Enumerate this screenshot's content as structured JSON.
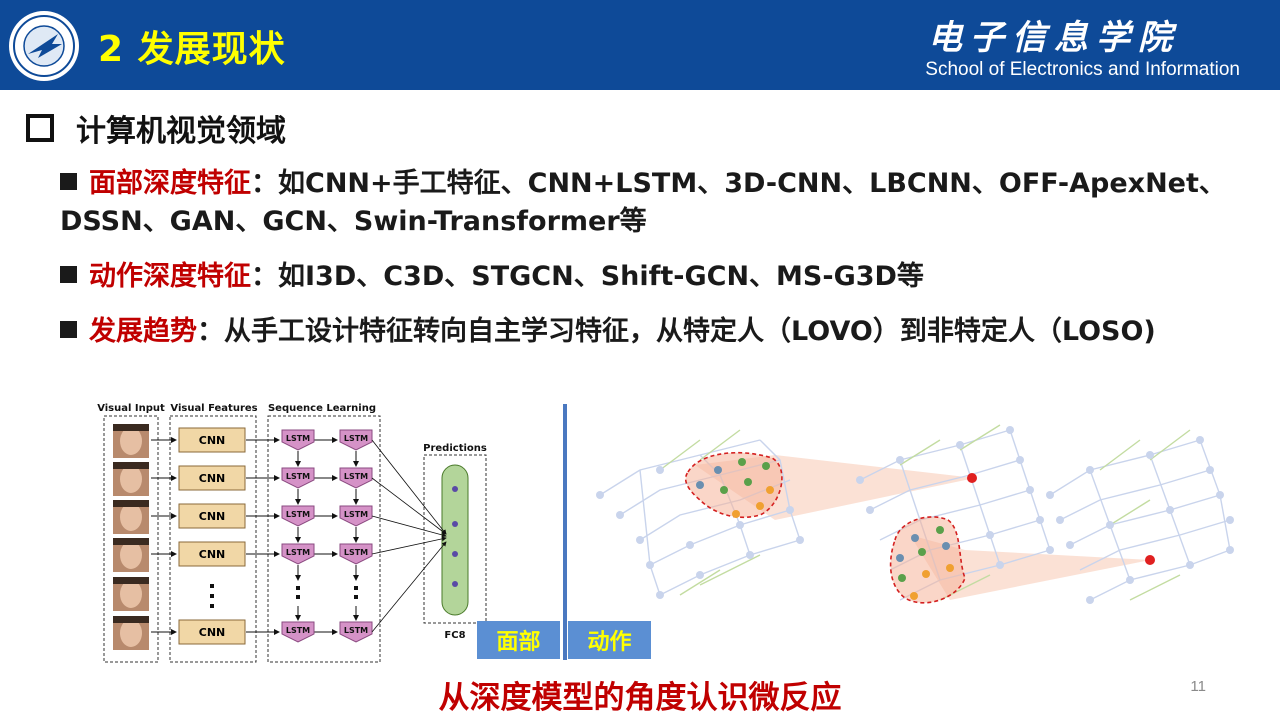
{
  "header": {
    "title": "2 发展现状",
    "school_cn": "电子信息学院",
    "school_en": "School of Electronics and Information"
  },
  "heading": "计算机视觉领域",
  "bullets": [
    {
      "label": "面部深度特征",
      "text": "：如CNN+手工特征、CNN+LSTM、3D-CNN、LBCNN、OFF-ApexNet、DSSN、GAN、GCN、Swin-Transformer等"
    },
    {
      "label": "动作深度特征",
      "text": "：如I3D、C3D、STGCN、Shift-GCN、MS-G3D等"
    },
    {
      "label": "发展趋势",
      "text": "：从手工设计特征转向自主学习特征，从特定人（LOVO）到非特定人（LOSO)"
    }
  ],
  "diagram": {
    "col_visual_input": "Visual Input",
    "col_visual_features": "Visual Features",
    "col_sequence_learning": "Sequence Learning",
    "predictions": "Predictions",
    "fc": "FC8",
    "cnn": "CNN",
    "lstm": "LSTM"
  },
  "tags": {
    "face": "面部",
    "action": "动作"
  },
  "caption": "从深度模型的角度认识微反应",
  "page_number": "11",
  "colors": {
    "header": "#0e4a98",
    "title": "#ffff00",
    "accent_red": "#c00000",
    "tag_bg": "#5b8fd3"
  }
}
